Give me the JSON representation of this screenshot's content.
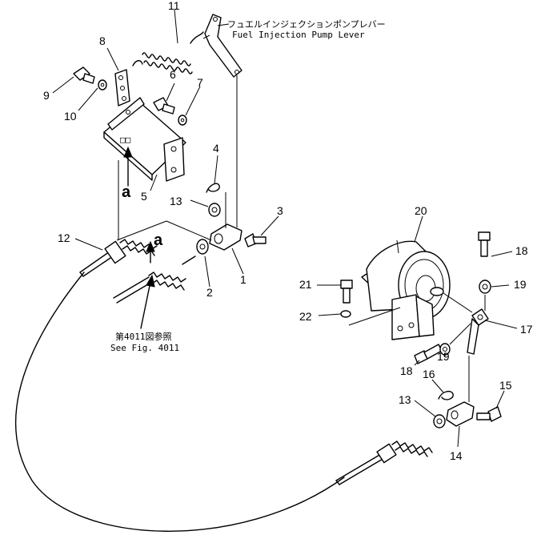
{
  "callouts": {
    "n1": "1",
    "n2": "2",
    "n3": "3",
    "n4": "4",
    "n5": "5",
    "n6": "6",
    "n7": "7",
    "n8": "8",
    "n9": "9",
    "n10": "10",
    "n11": "11",
    "n12": "12",
    "n13a": "13",
    "n13b": "13",
    "n14": "14",
    "n15": "15",
    "n16": "16",
    "n17": "17",
    "n18a": "18",
    "n18b": "18",
    "n19a": "19",
    "n19b": "19",
    "n20": "20",
    "n21": "21",
    "n22": "22"
  },
  "view_markers": {
    "a1": "a",
    "a2": "a"
  },
  "labels": {
    "pump_lever_jp": "フュエルインジェクションポンプレバー",
    "pump_lever_en": "Fuel Injection Pump Lever",
    "ref_jp": "第4011図参照",
    "ref_en": "See Fig. 4011"
  }
}
